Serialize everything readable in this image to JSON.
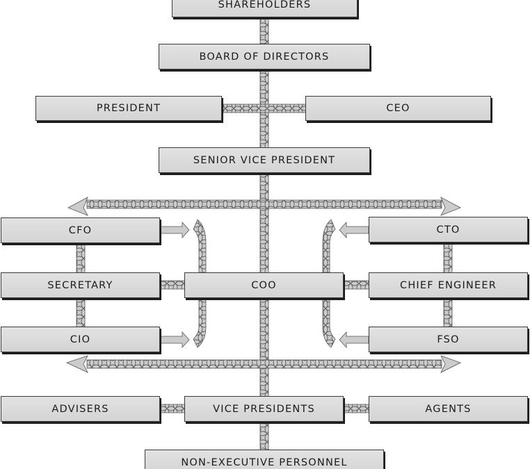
{
  "diagram": {
    "type": "org-chart",
    "nodes": {
      "shareholders": "SHAREHOLDERS",
      "board": "BOARD OF DIRECTORS",
      "president": "PRESIDENT",
      "ceo": "CEO",
      "svp": "SENIOR VICE PRESIDENT",
      "cfo": "CFO",
      "cto": "CTO",
      "secretary": "SECRETARY",
      "coo": "COO",
      "chief_engineer": "CHIEF ENGINEER",
      "cio": "CIO",
      "fso": "FSO",
      "advisers": "ADVISERS",
      "vice_presidents": "VICE PRESIDENTS",
      "agents": "AGENTS",
      "non_executive": "NON-EXECUTIVE PERSONNEL"
    },
    "edges": [
      [
        "shareholders",
        "board"
      ],
      [
        "board",
        "svp"
      ],
      [
        "president",
        "ceo"
      ],
      [
        "svp",
        "coo"
      ],
      [
        "svp",
        "cfo"
      ],
      [
        "svp",
        "cto"
      ],
      [
        "cfo",
        "secretary"
      ],
      [
        "secretary",
        "cio"
      ],
      [
        "cto",
        "chief_engineer"
      ],
      [
        "chief_engineer",
        "fso"
      ],
      [
        "secretary",
        "coo"
      ],
      [
        "coo",
        "chief_engineer"
      ],
      [
        "coo",
        "vice_presidents"
      ],
      [
        "vice_presidents",
        "cio"
      ],
      [
        "vice_presidents",
        "fso"
      ],
      [
        "advisers",
        "vice_presidents"
      ],
      [
        "vice_presidents",
        "agents"
      ],
      [
        "vice_presidents",
        "non_executive"
      ]
    ],
    "colors": {
      "box_fill": "#dadada",
      "box_border": "#3a3a3a",
      "box_shadow": "#1e1e1e",
      "connector_fill": "#c8c8c8",
      "connector_border": "#555555",
      "text": "#1a1a1a"
    }
  }
}
